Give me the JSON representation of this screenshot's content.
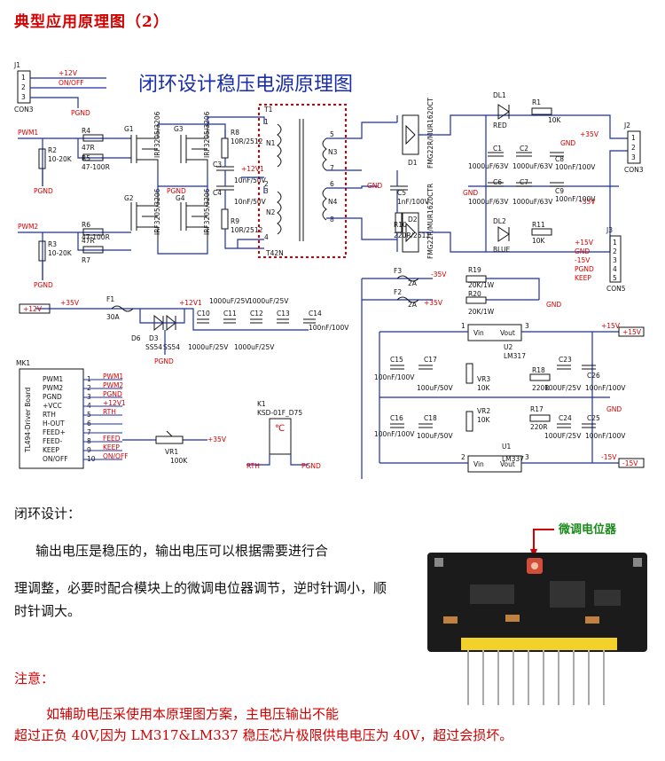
{
  "page": {
    "title": "典型应用原理图（2）"
  },
  "schematic": {
    "heading": "闭环设计稳压电源原理图",
    "colors": {
      "wire": "#1a2ea8",
      "label": "#d40000",
      "ink": "#111111",
      "dash": "#d40000"
    },
    "j1": {
      "ref": "J1",
      "name": "CON3",
      "pins": [
        "1",
        "2",
        "3"
      ],
      "nets": [
        "+12V",
        "ON/OFF",
        "PGND"
      ]
    },
    "pwm": [
      "PWM1",
      "PWM2"
    ],
    "resistors_left": [
      "R4",
      "47R",
      "R2",
      "10-20K",
      "R5",
      "47-100R",
      "R6",
      "47R",
      "R3",
      "10-20K",
      "R7",
      "47-100R"
    ],
    "mosfets": [
      "G1",
      "G3",
      "G2",
      "G4"
    ],
    "mosfet_parts": [
      "IRF3205/3206",
      "IRF3205/3206",
      "IRF3205/3206",
      "IRF3205/3206"
    ],
    "snubber": [
      "R8",
      "10R/2512",
      "C3",
      "10nF/50V",
      "C4",
      "10nF/50V",
      "R9",
      "10R/2512"
    ],
    "transformer": {
      "ref": "T1",
      "part": "T42N",
      "windings": [
        "N1",
        "N2",
        "N3",
        "N4"
      ],
      "pins": [
        "1",
        "2",
        "3",
        "4",
        "5",
        "6",
        "7",
        "8"
      ]
    },
    "net_12v1": "+12V1",
    "diodes": {
      "d1": "D1",
      "d1_part": "FMG22R/MUR1620CT",
      "d2": "D2",
      "d2_part": "FMG22R/MUR1620CTR"
    },
    "c5": [
      "C5",
      "1nF/100V"
    ],
    "r10": [
      "R10",
      "220R/2512"
    ],
    "leds": [
      "DL1",
      "RED",
      "DL2",
      "BLUE"
    ],
    "r1": [
      "R1",
      "10K"
    ],
    "r11": [
      "R11",
      "10K"
    ],
    "output_caps": [
      "C1",
      "1000uF/63V",
      "C2",
      "1000uF/63V",
      "C6",
      "1000uF/63V",
      "C7",
      "1000uF/63V",
      "C8",
      "100nF/100V",
      "C9",
      "100nF/100V"
    ],
    "nets": [
      "+35V",
      "-35V",
      "GND",
      "PGND",
      "+15V",
      "-15V",
      "KEEP",
      "FEED",
      "RTH"
    ],
    "j2": {
      "ref": "J2",
      "name": "CON3",
      "pins": [
        "1",
        "2",
        "3"
      ]
    },
    "j3": {
      "ref": "J3",
      "name": "CON5",
      "pins": [
        "1",
        "2",
        "3",
        "4",
        "5"
      ],
      "nets": [
        "+15V",
        "GND",
        "-15V",
        "PGND",
        "KEEP"
      ]
    },
    "fuses": [
      "F3",
      "2A",
      "F2",
      "2A",
      "F1",
      "30A"
    ],
    "r19": [
      "R19",
      "20K/1W"
    ],
    "r20": [
      "R20",
      "20K/1W"
    ],
    "input_caps": [
      "C10",
      "C11",
      "C12",
      "C13",
      "1000uF/25V",
      "1000uF/25V",
      "1000uF/25V",
      "1000uF/25V",
      "C14",
      "100nF/100V"
    ],
    "diodes_in": [
      "D6",
      "D3",
      "SS54",
      "SS54"
    ],
    "reg": {
      "u2": "U2",
      "u2_part": "LM317",
      "u1": "U1",
      "u1_part": "LM337",
      "vin": "Vin",
      "vout": "Vout"
    },
    "reg_parts": [
      "C15",
      "100nF/100V",
      "C17",
      "100uF/50V",
      "VR3",
      "10K",
      "R18",
      "220R",
      "C23",
      "100UF/25V",
      "C26",
      "100nF/100V",
      "C16",
      "100nF/100V",
      "C18",
      "100uF/50V",
      "VR2",
      "10K",
      "R17",
      "220R",
      "C24",
      "100UF/25V",
      "C25",
      "100nF/100V"
    ],
    "mk1": {
      "ref": "MK1",
      "board": "TL494-Driver Board",
      "pins": [
        "1",
        "2",
        "3",
        "4",
        "5",
        "6",
        "7",
        "8",
        "9",
        "10"
      ],
      "labels": [
        "PWM1",
        "PWM2",
        "PGND",
        "+VCC",
        "RTH",
        "H-OUT",
        "FEED+",
        "FEED-",
        "KEEP",
        "ON/OFF"
      ],
      "nets": [
        "PWM1",
        "PWM2",
        "PGND",
        "+12V1",
        "RTH",
        "",
        "",
        "FEED",
        "KEEP",
        "ON/OFF"
      ]
    },
    "vr1": [
      "VR1",
      "100K"
    ],
    "k1": [
      "K1",
      "KSD-01F_D75",
      "℃"
    ],
    "input_label": "+12V",
    "pin_numbers": [
      "1",
      "2",
      "3"
    ]
  },
  "text": {
    "closed_loop": "闭环设计：",
    "para1": "输出电压是稳压的，输出电压可以根据需要进行合",
    "para2": "理调整，必要时配合模块上的微调电位器调节，逆时针调小，顺时针调大。",
    "note_head": "注意：",
    "note1": "如辅助电压采使用本原理图方案，主电压输出不能",
    "note2": "超过正负 40V,因为 LM317&LM337 稳压芯片极限供电电压为 40V，超过会损坏。"
  },
  "photo": {
    "callout": "微调电位器"
  }
}
